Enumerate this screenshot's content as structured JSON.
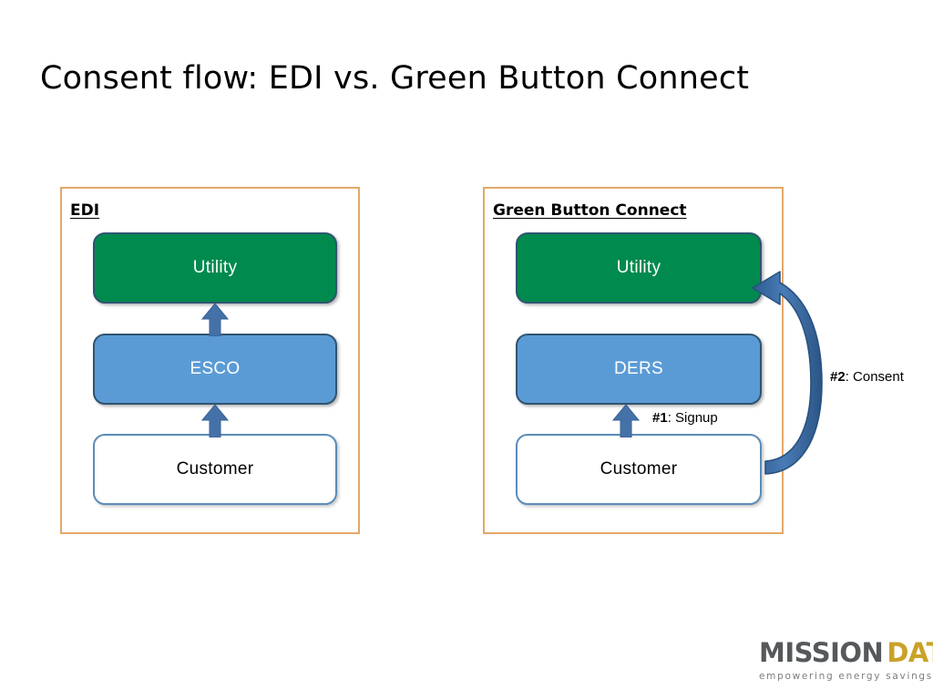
{
  "slide": {
    "title": "Consent flow: EDI vs. Green Button Connect"
  },
  "panels": [
    {
      "id": "edi",
      "heading": "EDI",
      "nodes": [
        {
          "label": "Utility",
          "style": "green"
        },
        {
          "label": "ESCO",
          "style": "blue"
        },
        {
          "label": "Customer",
          "style": "white"
        }
      ]
    },
    {
      "id": "green_button_connect",
      "heading": "Green Button Connect",
      "nodes": [
        {
          "label": "Utility",
          "style": "green"
        },
        {
          "label": "DERS",
          "style": "blue"
        },
        {
          "label": "Customer",
          "style": "white"
        }
      ]
    }
  ],
  "steps": {
    "signup": {
      "number": "#1",
      "text": ": Signup"
    },
    "consent": {
      "number": "#2",
      "text": ": Consent"
    }
  },
  "logo": {
    "word_one": "MISSION",
    "word_two": "DATA",
    "tagline": "empowering energy savings"
  },
  "colors": {
    "panel_border": "#e3a869",
    "node_green": "#008A4E",
    "node_blue": "#5B9BD5",
    "node_border_dark": "#2F5471",
    "node_white_border": "#5B8CB8",
    "arrow_blue": "#4472A8",
    "curved_arrow_blue": "#3A6DA5",
    "logo_mission": "#56595B",
    "logo_data": "#C9A227",
    "logo_tagline": "#7A7D7F"
  }
}
